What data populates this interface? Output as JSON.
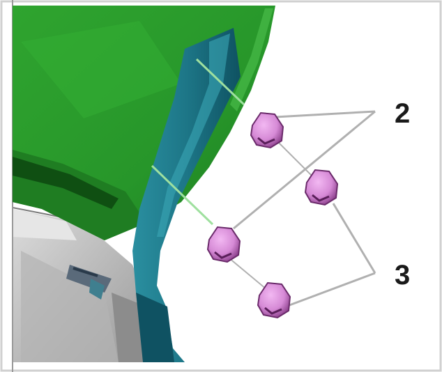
{
  "diagram": {
    "callouts": [
      {
        "id": "callout-2",
        "label": "2"
      },
      {
        "id": "callout-3",
        "label": "3"
      }
    ],
    "colors": {
      "panel_green": "#2e9e2e",
      "panel_green_dark": "#1b6e1b",
      "trim_teal": "#1f7f8f",
      "trim_teal_dark": "#0f5060",
      "clip_purple": "#d98ad9",
      "clip_purple_dark": "#6a2a6a",
      "leader_line": "#b8b8b8",
      "body_grey": "#bdbdbd"
    }
  }
}
